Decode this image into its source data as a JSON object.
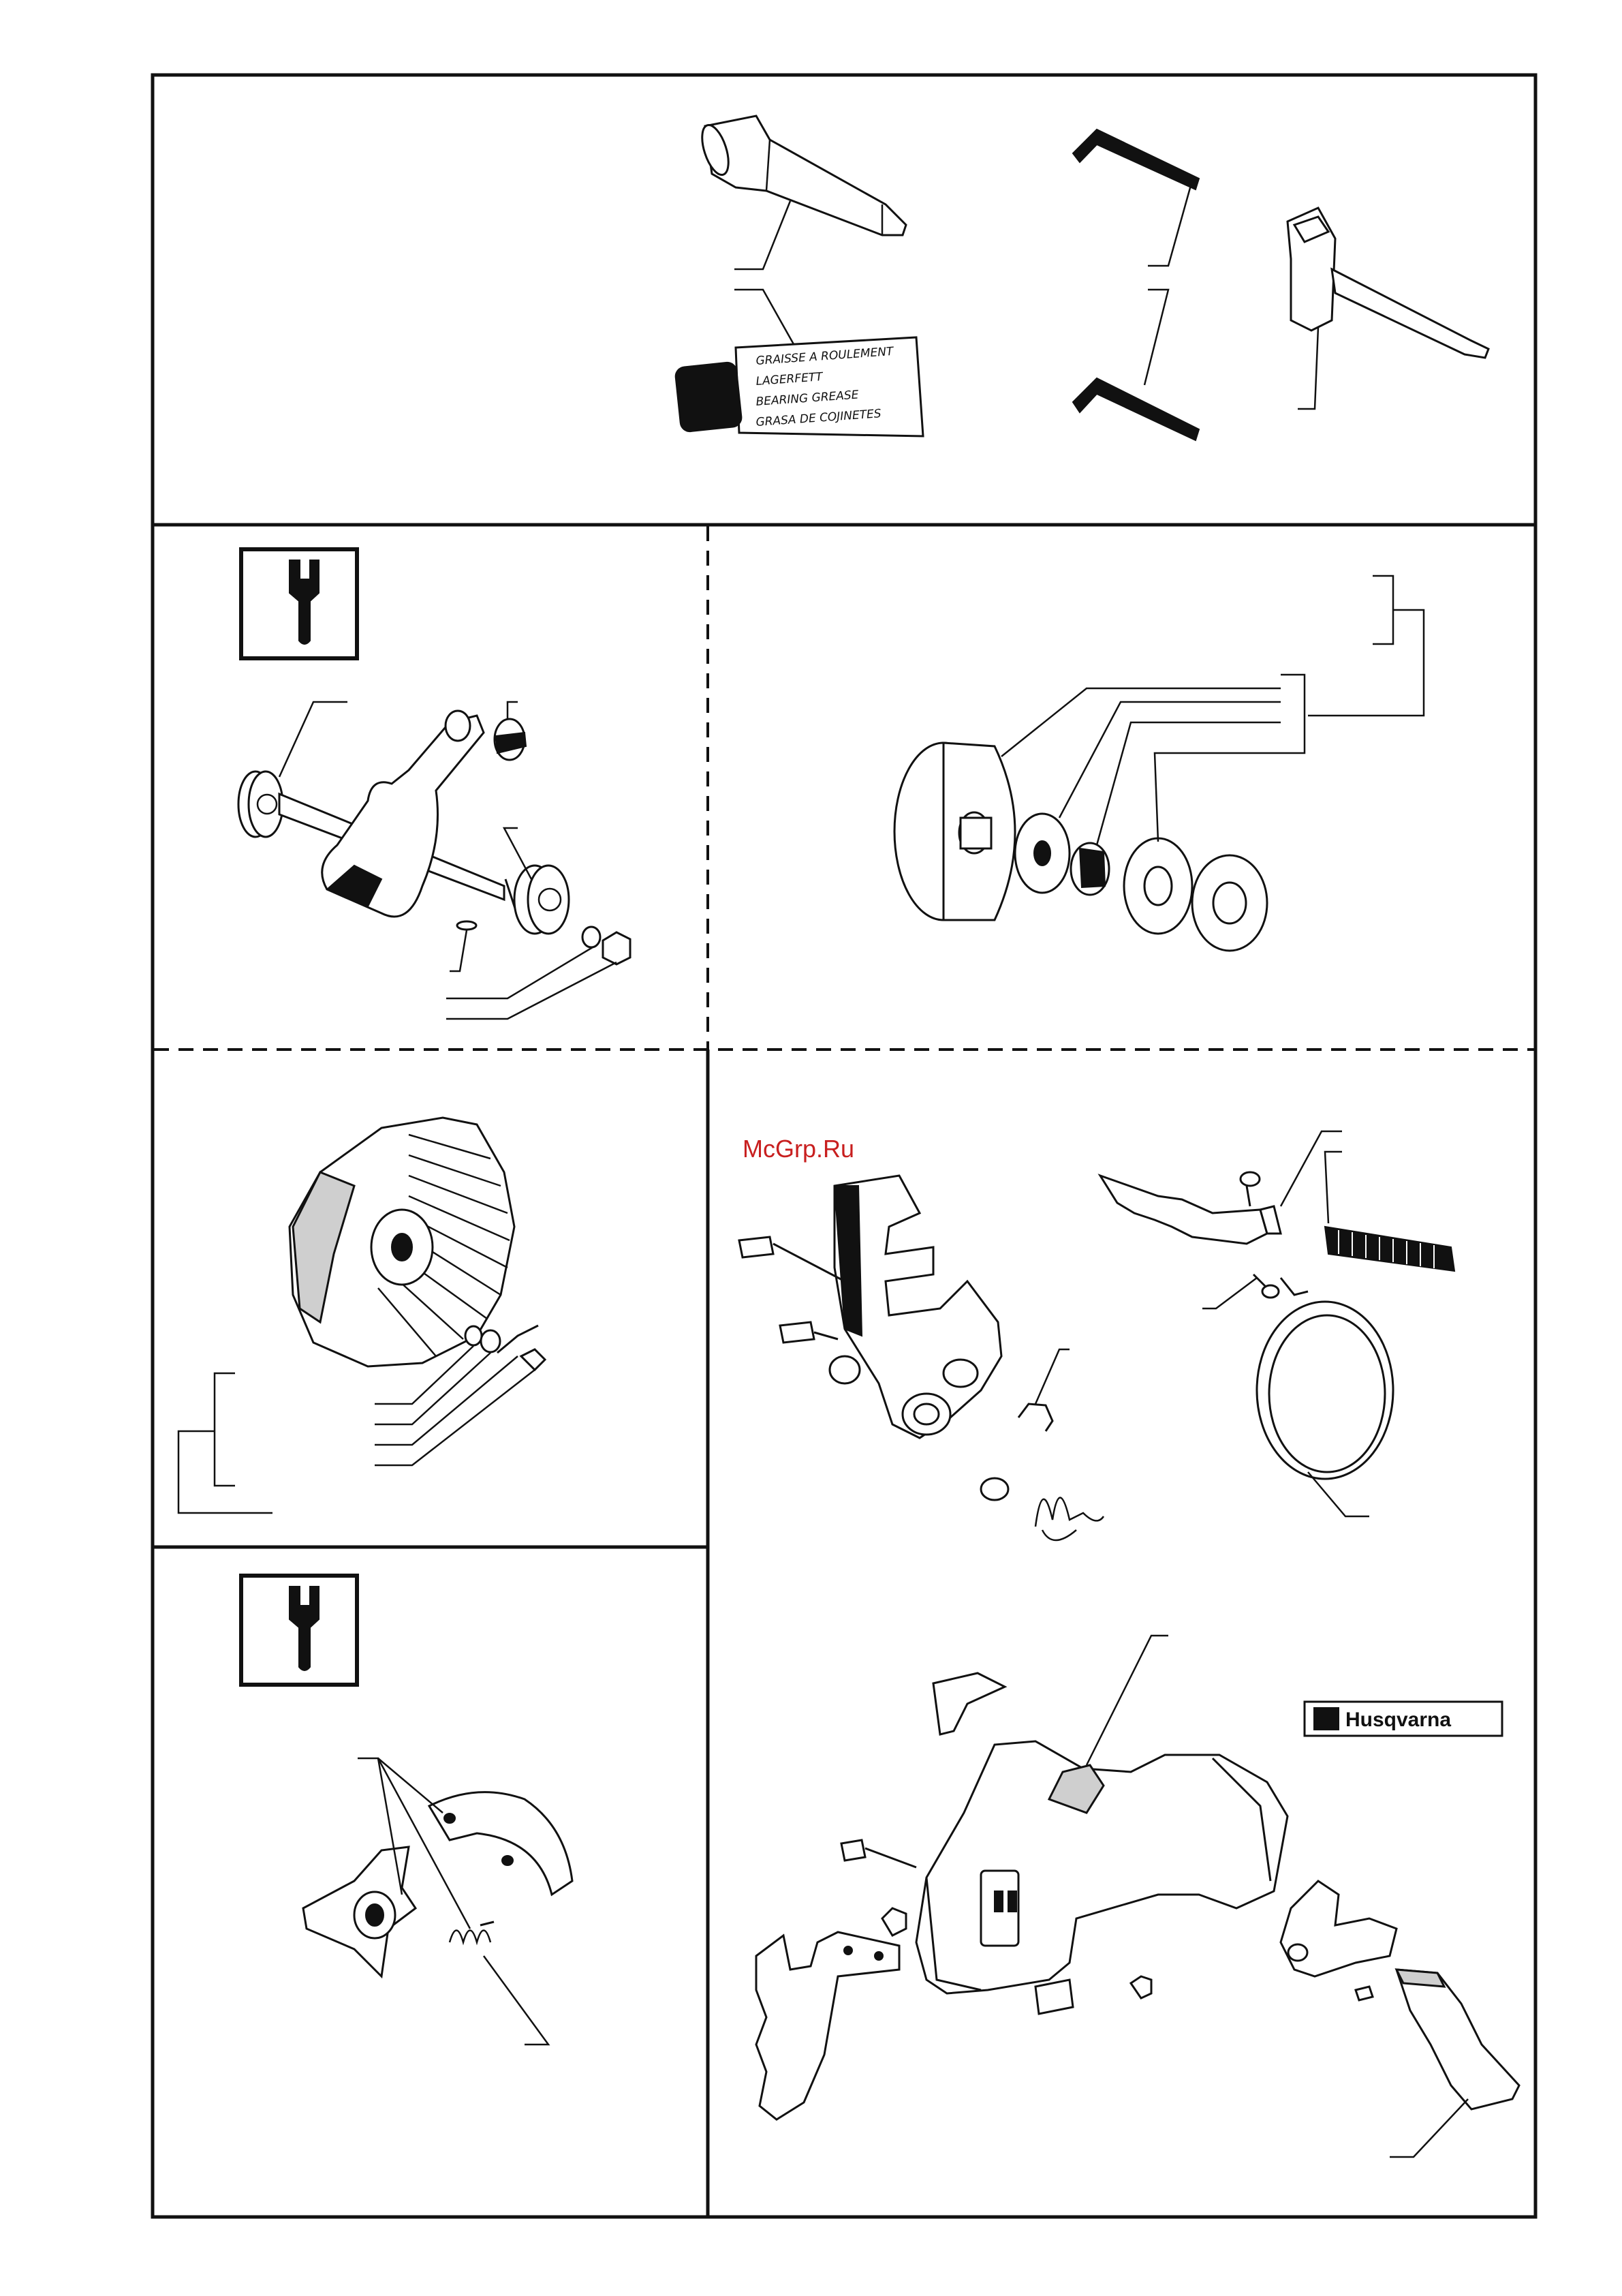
{
  "watermark": "McGrp.Ru",
  "grease_tube": {
    "lines": [
      "GRAISSE A ROULEMENT",
      "LAGERFETT",
      "BEARING GREASE",
      "GRASA DE COJINETES"
    ]
  },
  "brand_label": "Husqvarna",
  "icons": {
    "tool_box_1": "wrench-icon",
    "tool_box_2": "wrench-icon"
  }
}
